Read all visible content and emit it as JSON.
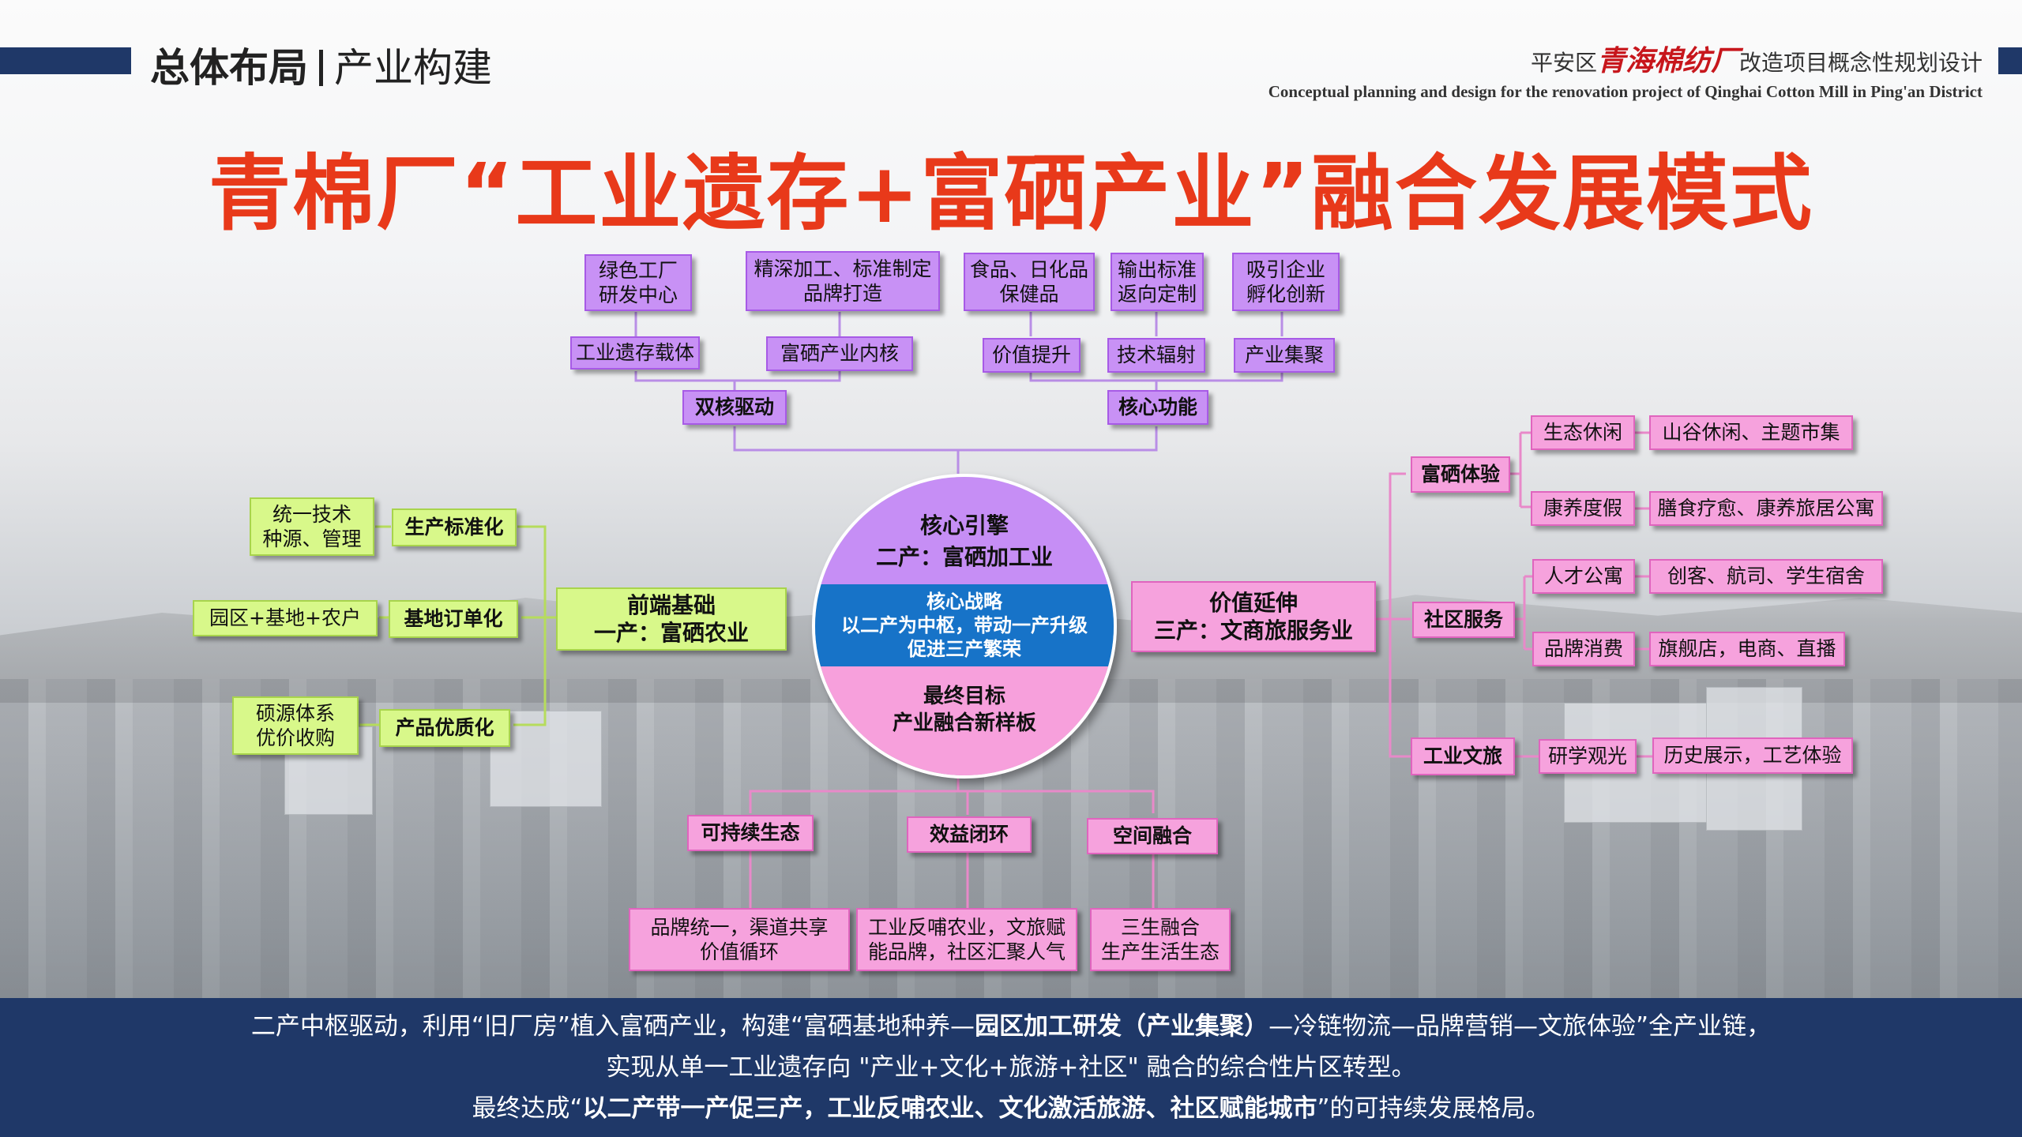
{
  "header": {
    "title": "总体布局",
    "subtitle": "产业构建",
    "project_prefix": "平安区",
    "project_brand": "青海棉纺厂",
    "project_suffix": "改造项目概念性规划设计",
    "project_en": "Conceptual planning and design for the renovation project of Qinghai Cotton Mill in Ping'an District"
  },
  "main_title": "青棉厂“工业遗存+富硒产业”融合发展模式",
  "top": {
    "detail1": "绿色工厂\n研发中心",
    "detail2": "精深加工、标准制定\n品牌打造",
    "detail3": "食品、日化品\n保健品",
    "detail4": "输出标准\n返向定制",
    "detail5": "吸引企业\n孵化创新",
    "label1": "工业遗存载体",
    "label2": "富硒产业内核",
    "label3": "价值提升",
    "label4": "技术辐射",
    "label5": "产业集聚",
    "group1": "双核驱动",
    "group2": "核心功能"
  },
  "left": {
    "main_line1": "前端基础",
    "main_line2": "一产：富硒农业",
    "items": [
      {
        "label": "生产标准化",
        "detail": "统一技术\n种源、管理"
      },
      {
        "label": "基地订单化",
        "detail": "园区+基地+农户"
      },
      {
        "label": "产品优质化",
        "detail": "硕源体系\n优价收购"
      }
    ]
  },
  "center": {
    "top_line1": "核心引擎",
    "top_line2": "二产：富硒加工业",
    "mid_line1": "核心战略",
    "mid_line2": "以二产为中枢，带动一产升级",
    "mid_line3": "促进三产繁荣",
    "bot_line1": "最终目标",
    "bot_line2": "产业融合新样板"
  },
  "right": {
    "main_line1": "价值延伸",
    "main_line2": "三产：文商旅服务业",
    "groups": [
      {
        "label": "富硒体验",
        "items": [
          {
            "label": "生态休闲",
            "detail": "山谷休闲、主题市集"
          },
          {
            "label": "康养度假",
            "detail": "膳食疗愈、康养旅居公寓"
          }
        ]
      },
      {
        "label": "社区服务",
        "items": [
          {
            "label": "人才公寓",
            "detail": "创客、航司、学生宿舍"
          },
          {
            "label": "品牌消费",
            "detail": "旗舰店，电商、直播"
          }
        ]
      },
      {
        "label": "工业文旅",
        "items": [
          {
            "label": "研学观光",
            "detail": "历史展示，工艺体验"
          }
        ]
      }
    ]
  },
  "bottom": {
    "items": [
      {
        "label": "可持续生态",
        "detail": "品牌统一，渠道共享\n价值循环"
      },
      {
        "label": "效益闭环",
        "detail": "工业反哺农业，文旅赋\n能品牌，社区汇聚人气"
      },
      {
        "label": "空间融合",
        "detail": "三生融合\n生产生活生态"
      }
    ]
  },
  "footer": {
    "l1_a": "二产中枢驱动，利用“旧厂房”植入富硒产业，构建“富硒基地种养—",
    "l1_b": "园区加工研发（产业集聚）",
    "l1_c": "—冷链物流—品牌营销—文旅体验”全产业链，",
    "l2": "实现从单一工业遗存向 \"产业+文化+旅游+社区\" 融合的综合性片区转型。",
    "l3_a": "最终达成“",
    "l3_b": "以二产带一产促三产，工业反哺农业、文化激活旅游、社区赋能城市",
    "l3_c": "”的可持续发展格局。"
  },
  "colors": {
    "title_red": "#e8391a",
    "navy": "#1f3868",
    "purple": "#c891f5",
    "green": "#d8f88a",
    "pink": "#f6a2dd",
    "blue": "#1773c8"
  }
}
